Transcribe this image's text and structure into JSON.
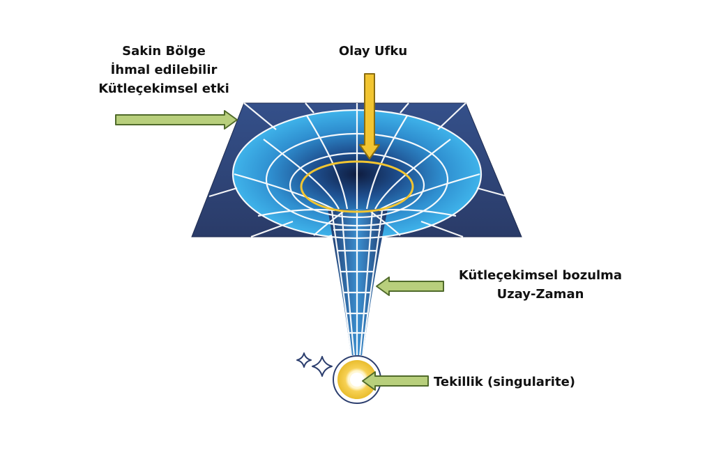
{
  "labels": {
    "calm_zone": [
      "Sakin Bölge",
      "İhmal edilebilir",
      "Kütleçekimsel etki"
    ],
    "event_horizon": "Olay Ufku",
    "distortion": [
      "Kütleçekimsel bozulma",
      "Uzay-Zaman"
    ],
    "singularity": "Tekillik (singularite)"
  },
  "colors": {
    "plane_edge": "#2c3e6e",
    "plane_mid": "#3b73b5",
    "funnel_bright": "#3fb3ea",
    "funnel_deep": "#1c2f5c",
    "grid": "#ffffff",
    "horizon_ring": "#f2c531",
    "arrow_green": "#b8cf7c",
    "arrow_green_stroke": "#4f6a2a",
    "arrow_yellow": "#f2c531",
    "arrow_yellow_stroke": "#8a6d10",
    "singularity_glow": "#f7d154",
    "sparkle": "#2c3e6e"
  },
  "icons": {
    "sparkles": "sparkle-icon",
    "singularity": "singularity-icon"
  }
}
